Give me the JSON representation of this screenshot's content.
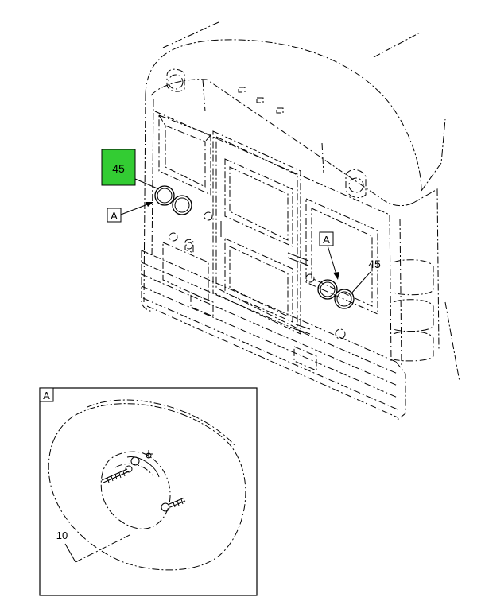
{
  "callouts": {
    "highlighted_ref": "45",
    "right_ref": "45",
    "detail_ref": "10"
  },
  "view_labels": {
    "left_view": "A",
    "right_view": "A",
    "detail_title": "A"
  },
  "colors": {
    "highlight": "#33cc33",
    "line": "#000000",
    "background": "#ffffff"
  }
}
